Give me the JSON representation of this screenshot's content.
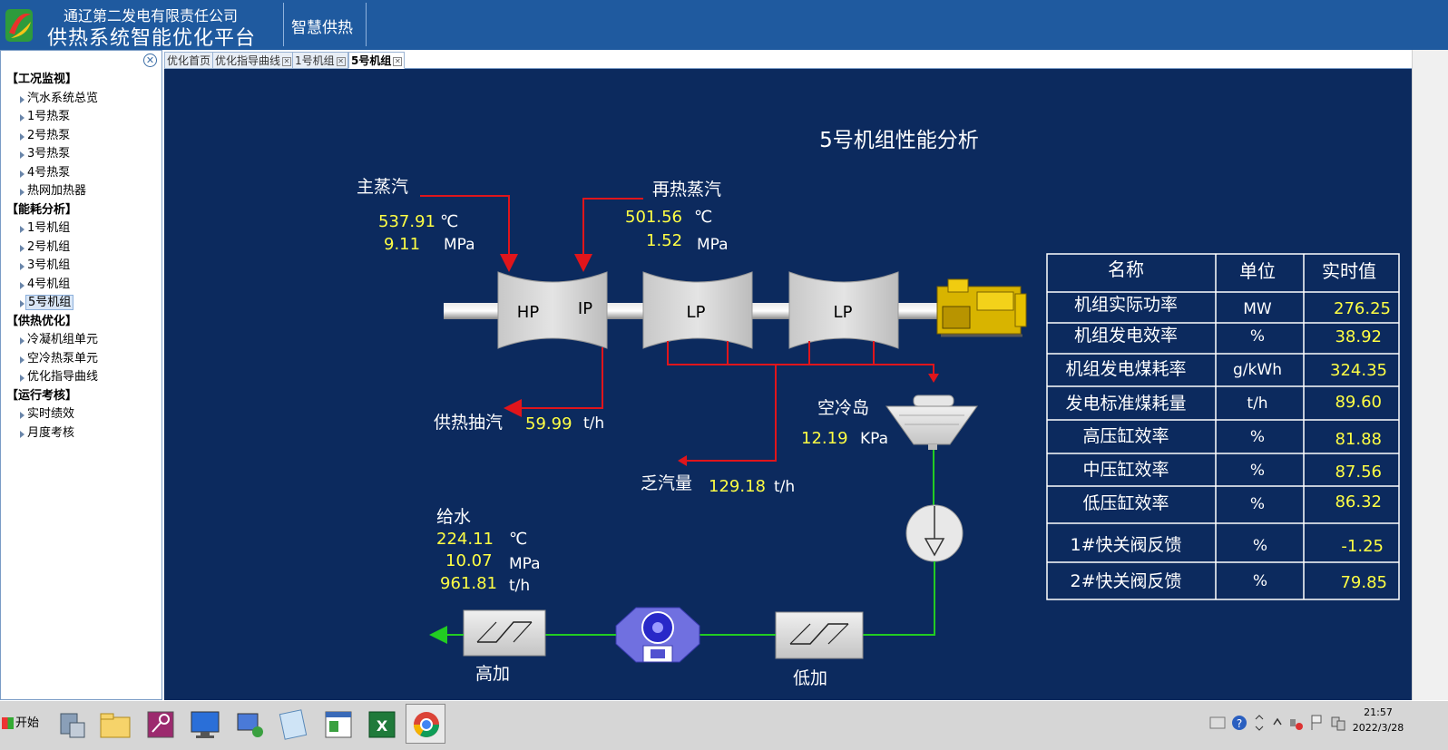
{
  "header": {
    "company": "通辽第二发电有限责任公司",
    "platform": "供热系统智能优化平台",
    "nav_tab": "智慧供热"
  },
  "sidebar": {
    "groups": [
      {
        "label": "【工况监视】",
        "items": [
          "汽水系统总览",
          "1号热泵",
          "2号热泵",
          "3号热泵",
          "4号热泵",
          "热网加热器"
        ]
      },
      {
        "label": "【能耗分析】",
        "items": [
          "1号机组",
          "2号机组",
          "3号机组",
          "4号机组",
          "5号机组"
        ]
      },
      {
        "label": "【供热优化】",
        "items": [
          "冷凝机组单元",
          "空冷热泵单元",
          "优化指导曲线"
        ]
      },
      {
        "label": "【运行考核】",
        "items": [
          "实时绩效",
          "月度考核"
        ]
      }
    ],
    "active_item": "5号机组"
  },
  "tabs": [
    "优化首页",
    "优化指导曲线",
    "1号机组",
    "5号机组"
  ],
  "diagram": {
    "title": "5号机组性能分析",
    "main_steam": {
      "label": "主蒸汽",
      "temp": "537.91",
      "temp_unit": "℃",
      "press": "9.11",
      "press_unit": "MPa"
    },
    "reheat_steam": {
      "label": "再热蒸汽",
      "temp": "501.56",
      "temp_unit": "℃",
      "press": "1.52",
      "press_unit": "MPa"
    },
    "turbines": {
      "hp": "HP",
      "ip": "IP",
      "lp1": "LP",
      "lp2": "LP"
    },
    "heating_extraction": {
      "label": "供热抽汽",
      "value": "59.99",
      "unit": "t/h"
    },
    "exhaust": {
      "label": "乏汽量",
      "value": "129.18",
      "unit": "t/h"
    },
    "air_cooling": {
      "label": "空冷岛",
      "value": "12.19",
      "unit": "KPa"
    },
    "feedwater": {
      "label": "给水",
      "temp": "224.11",
      "temp_unit": "℃",
      "press": "10.07",
      "press_unit": "MPa",
      "flow": "961.81",
      "flow_unit": "t/h"
    },
    "hp_heater": "高加",
    "lp_heater": "低加",
    "colors": {
      "value": "#ffff44",
      "steam_line": "#e0151b",
      "water_line": "#22cc22",
      "background": "#0c2a5e"
    }
  },
  "table": {
    "headers": [
      "名称",
      "单位",
      "实时值"
    ],
    "rows": [
      [
        "机组实际功率",
        "MW",
        "276.25"
      ],
      [
        "机组发电效率",
        "%",
        "38.92"
      ],
      [
        "机组发电煤耗率",
        "g/kWh",
        "324.35"
      ],
      [
        "发电标准煤耗量",
        "t/h",
        "89.60"
      ],
      [
        "高压缸效率",
        "%",
        "81.88"
      ],
      [
        "中压缸效率",
        "%",
        "87.56"
      ],
      [
        "低压缸效率",
        "%",
        "86.32"
      ],
      [
        "1#快关阀反馈",
        "%",
        "-1.25"
      ],
      [
        "2#快关阀反馈",
        "%",
        "79.85"
      ]
    ]
  },
  "taskbar": {
    "start": "开始",
    "clock_time": "21:57",
    "clock_date": "2022/3/28"
  }
}
